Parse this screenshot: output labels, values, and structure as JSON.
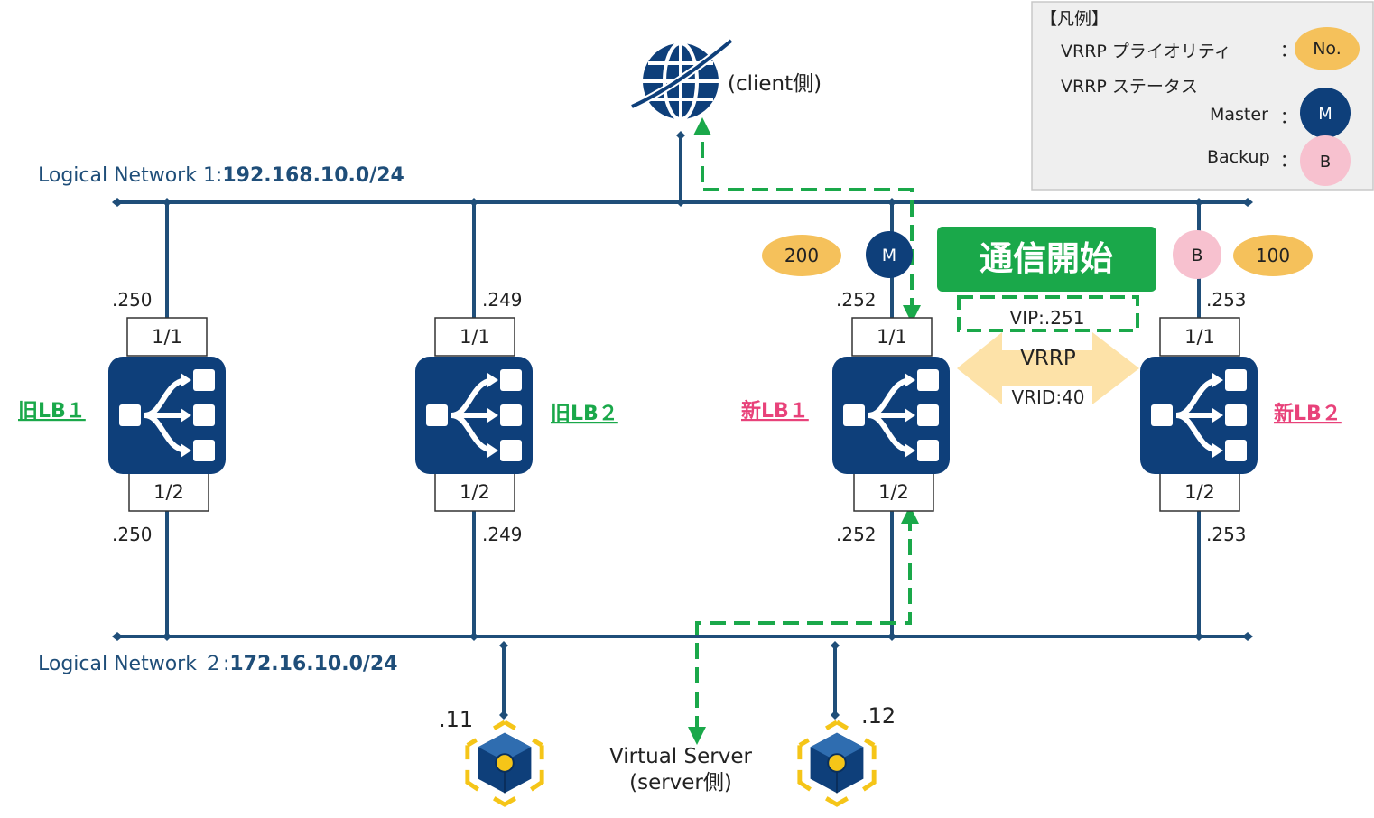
{
  "colors": {
    "line": "#1f4e79",
    "lb_fill": "#0e3f7a",
    "green": "#1aa84a",
    "pink": "#e8427a",
    "priority": "#f5c15b",
    "master": "#0e3f7a",
    "backup": "#f7c1cf",
    "legend_bg": "#efefef",
    "vrrp_arrow": "#fde2a8",
    "server_gold": "#f5c518"
  },
  "client": {
    "label": "(client側)",
    "icon": "globe-icon"
  },
  "networks": {
    "n1_prefix": "Logical Network 1:",
    "n1_cidr": "192.168.10.0/24",
    "n2_prefix": "Logical Network ２:",
    "n2_cidr": "172.16.10.0/24"
  },
  "lbs": [
    {
      "name": "旧LB１",
      "top_ip": ".250",
      "bottom_ip": ".250",
      "top_port": "1/1",
      "bottom_port": "1/2"
    },
    {
      "name": "旧LB２",
      "top_ip": ".249",
      "bottom_ip": ".249",
      "top_port": "1/1",
      "bottom_port": "1/2"
    },
    {
      "name": "新LB１",
      "top_ip": ".252",
      "bottom_ip": ".252",
      "top_port": "1/1",
      "bottom_port": "1/2"
    },
    {
      "name": "新LB２",
      "top_ip": ".253",
      "bottom_ip": ".253",
      "top_port": "1/1",
      "bottom_port": "1/2"
    }
  ],
  "new_lb1": {
    "priority": "200",
    "status": "M"
  },
  "new_lb2": {
    "priority": "100",
    "status": "B"
  },
  "start_badge": "通信開始",
  "vip": "VIP:.251",
  "vrrp": {
    "label": "VRRP",
    "vrid": "VRID:40"
  },
  "servers": [
    {
      "ip": ".11",
      "icon": "server-cube-icon"
    },
    {
      "ip": ".12",
      "icon": "server-cube-icon"
    }
  ],
  "virtual_server": {
    "line1": "Virtual Server",
    "line2": "(server側)"
  },
  "legend": {
    "title": "【凡例】",
    "priority_label": "VRRP プライオリティ",
    "priority_sample": "No.",
    "status_label": "VRRP ステータス",
    "master_label": "Master",
    "master_sample": "M",
    "backup_label": "Backup",
    "backup_sample": "B",
    "colon": "："
  }
}
